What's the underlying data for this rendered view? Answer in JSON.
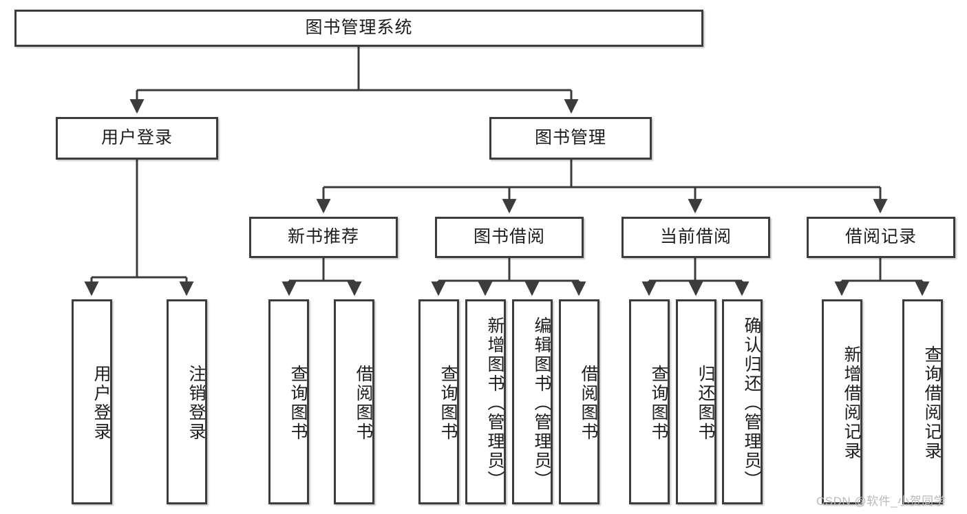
{
  "diagram": {
    "title": "图书管理系统",
    "type": "tree",
    "style": {
      "border_color": "#3c3c3c",
      "fill_color": "#ffffff",
      "text_color": "#1d1d1d",
      "background": "#ffffff",
      "watermark_color": "#b9b9b9"
    },
    "root": {
      "label": "图书管理系统"
    },
    "level1": [
      {
        "label": "用户登录"
      },
      {
        "label": "图书管理"
      }
    ],
    "level2": [
      {
        "label": "新书推荐"
      },
      {
        "label": "图书借阅"
      },
      {
        "label": "当前借阅"
      },
      {
        "label": "借阅记录"
      }
    ],
    "leaves": {
      "user_login": [
        {
          "label": "用户登录"
        },
        {
          "label": "注销登录"
        }
      ],
      "new_book_recommend": [
        {
          "label": "查询图书"
        },
        {
          "label": "借阅图书"
        }
      ],
      "book_borrow": [
        {
          "label": "查询图书"
        },
        {
          "label": "新增图书（管理员）"
        },
        {
          "label": "编辑图书（管理员）"
        },
        {
          "label": "借阅图书"
        }
      ],
      "current_borrow": [
        {
          "label": "查询图书"
        },
        {
          "label": "归还图书"
        },
        {
          "label": "确认归还（管理员）"
        }
      ],
      "borrow_record": [
        {
          "label": "新增借阅记录"
        },
        {
          "label": "查询借阅记录"
        }
      ]
    }
  },
  "watermark": {
    "text": "CSDN @软件_小贺同学"
  }
}
